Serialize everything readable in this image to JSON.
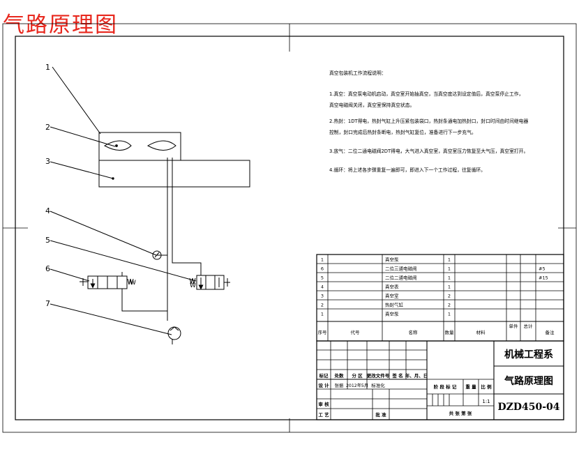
{
  "page_title": "气路原理图",
  "callouts": [
    "1",
    "2",
    "3",
    "4",
    "5",
    "6",
    "7"
  ],
  "notes": [
    "真空包装机工作流程说明：",
    "1.真空：真空泵电动机启动，真空室开始抽真空，当真空度达到设定值后，真空泵停止工作，",
    "真空电磁阀关闭，真空室保持真空状态。",
    "2.热封：1DT得电，热封气缸上升压紧包装袋口，热封条通电加热封口，封口时间由时间继电器",
    "控制，封口完成后热封条断电，热封气缸复位，准备进行下一步充气。",
    "3.放气：二位二通电磁阀2DT得电，大气进入真空室，真空室压力恢复至大气压，真空室打开。",
    "4.循环：将上述各步骤重复一遍即可，即进入下一个工作过程，往复循环。"
  ],
  "bom_rows": [
    {
      "seq": "1",
      "code": "",
      "name": "真空泵",
      "qty": "1",
      "material": "",
      "remark": ""
    },
    {
      "seq": "6",
      "code": "",
      "name": "二位三通电磁阀",
      "qty": "1",
      "material": "",
      "remark": "#5"
    },
    {
      "seq": "5",
      "code": "",
      "name": "二位二通电磁阀",
      "qty": "1",
      "material": "",
      "remark": "#15"
    },
    {
      "seq": "4",
      "code": "",
      "name": "真空表",
      "qty": "1",
      "material": "",
      "remark": ""
    },
    {
      "seq": "3",
      "code": "",
      "name": "真空室",
      "qty": "2",
      "material": "",
      "remark": ""
    },
    {
      "seq": "2",
      "code": "",
      "name": "热封气缸",
      "qty": "2",
      "material": "",
      "remark": ""
    },
    {
      "seq": "1",
      "code": "",
      "name": "真空泵",
      "qty": "1",
      "material": "",
      "remark": ""
    }
  ],
  "bom_header": {
    "seq": "序号",
    "code": "代号",
    "name": "名称",
    "qty": "数量",
    "material": "材料",
    "unit_w": "单件",
    "total_w": "总计",
    "remark": "备注"
  },
  "title_block": {
    "dept": "机械工程系",
    "drawing_name": "气路原理图",
    "drawing_no": "DZD450-04",
    "scale": "1:1",
    "revision_header": [
      "标记",
      "处数",
      "分 区",
      "更改文件号",
      "签 名",
      "年、月、日"
    ],
    "designer_row": [
      "设 计",
      "张振",
      "2012年5月",
      "标准化"
    ],
    "review_label": "审 核",
    "process_label": "工 艺",
    "approve_label": "批 准",
    "stage_header": [
      "阶 段 标 记",
      "重 量",
      "比 例"
    ],
    "sheets_label": "共  张  第  张"
  }
}
